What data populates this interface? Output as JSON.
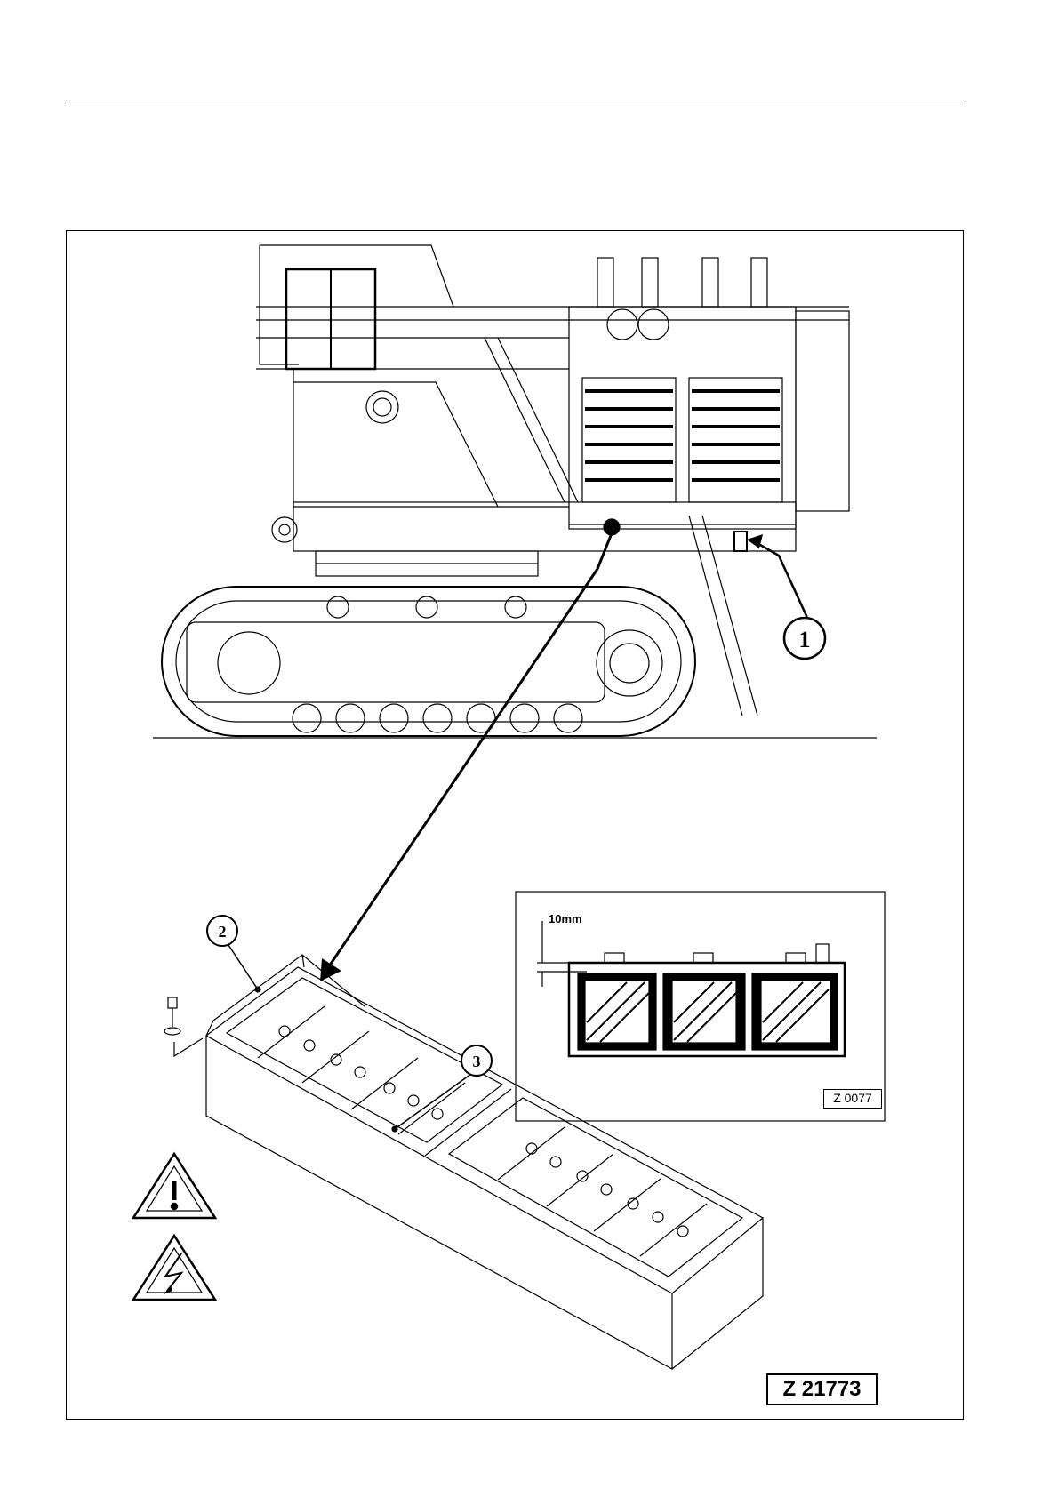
{
  "figure": {
    "code": "Z 21773",
    "callouts": [
      "1",
      "2",
      "3"
    ],
    "inset": {
      "dimension_label": "10mm",
      "code": "Z 0077"
    },
    "warning_icons": [
      "warning-triangle-icon",
      "electric-hazard-icon"
    ]
  }
}
